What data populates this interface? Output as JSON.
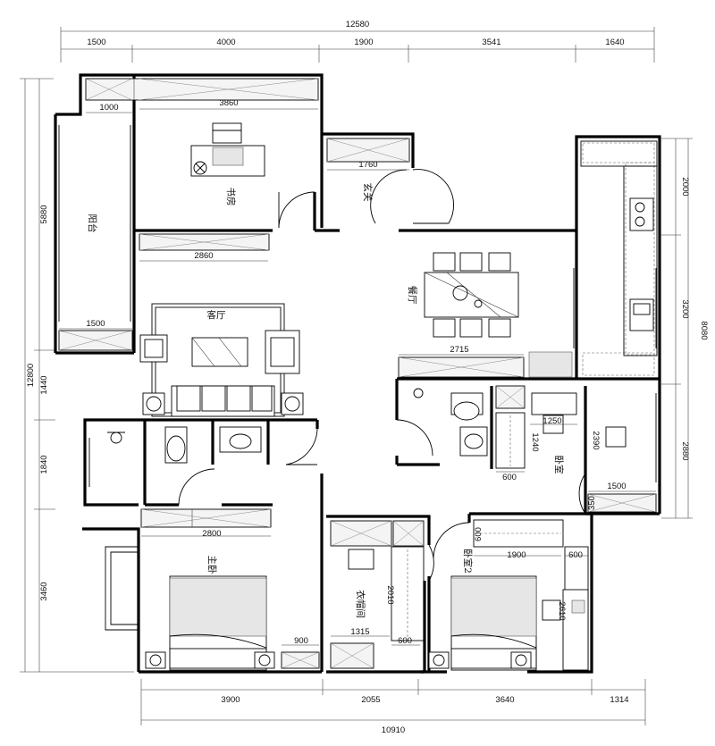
{
  "plan": {
    "dims_top": {
      "total": "12580",
      "segments": [
        "1500",
        "4000",
        "1900",
        "3541",
        "1640"
      ]
    },
    "dims_bottom": {
      "total": "10910",
      "segments": [
        "3900",
        "2055",
        "3640",
        "1314"
      ]
    },
    "dims_left": {
      "total": "12800",
      "segments": [
        "5880",
        "1440",
        "1840",
        "3460"
      ]
    },
    "dims_right": {
      "total": "8080",
      "segments": [
        "2000",
        "3200",
        "2880"
      ]
    },
    "inner_dims": {
      "d1000": "1000",
      "d3860": "3860",
      "d1760": "1760",
      "d2860": "2860",
      "d1500a": "1500",
      "d2715": "2715",
      "d1250": "1250",
      "d1240": "1240",
      "d2390": "2390",
      "d600a": "600",
      "d1500b": "1500",
      "d350": "350",
      "d2800": "2800",
      "d600b": "600",
      "d1900": "1900",
      "d600c": "600",
      "d2010": "2010",
      "d2610": "2610",
      "d900": "900",
      "d1315": "1315",
      "d600d": "600"
    },
    "rooms": {
      "study": "书房",
      "balcony": "阳台",
      "entrance": "玄关",
      "dining": "餐厅",
      "living": "客厅",
      "bedroom": "卧室",
      "master": "主卧",
      "closet": "衣帽间",
      "bedroom2": "卧室2"
    }
  }
}
